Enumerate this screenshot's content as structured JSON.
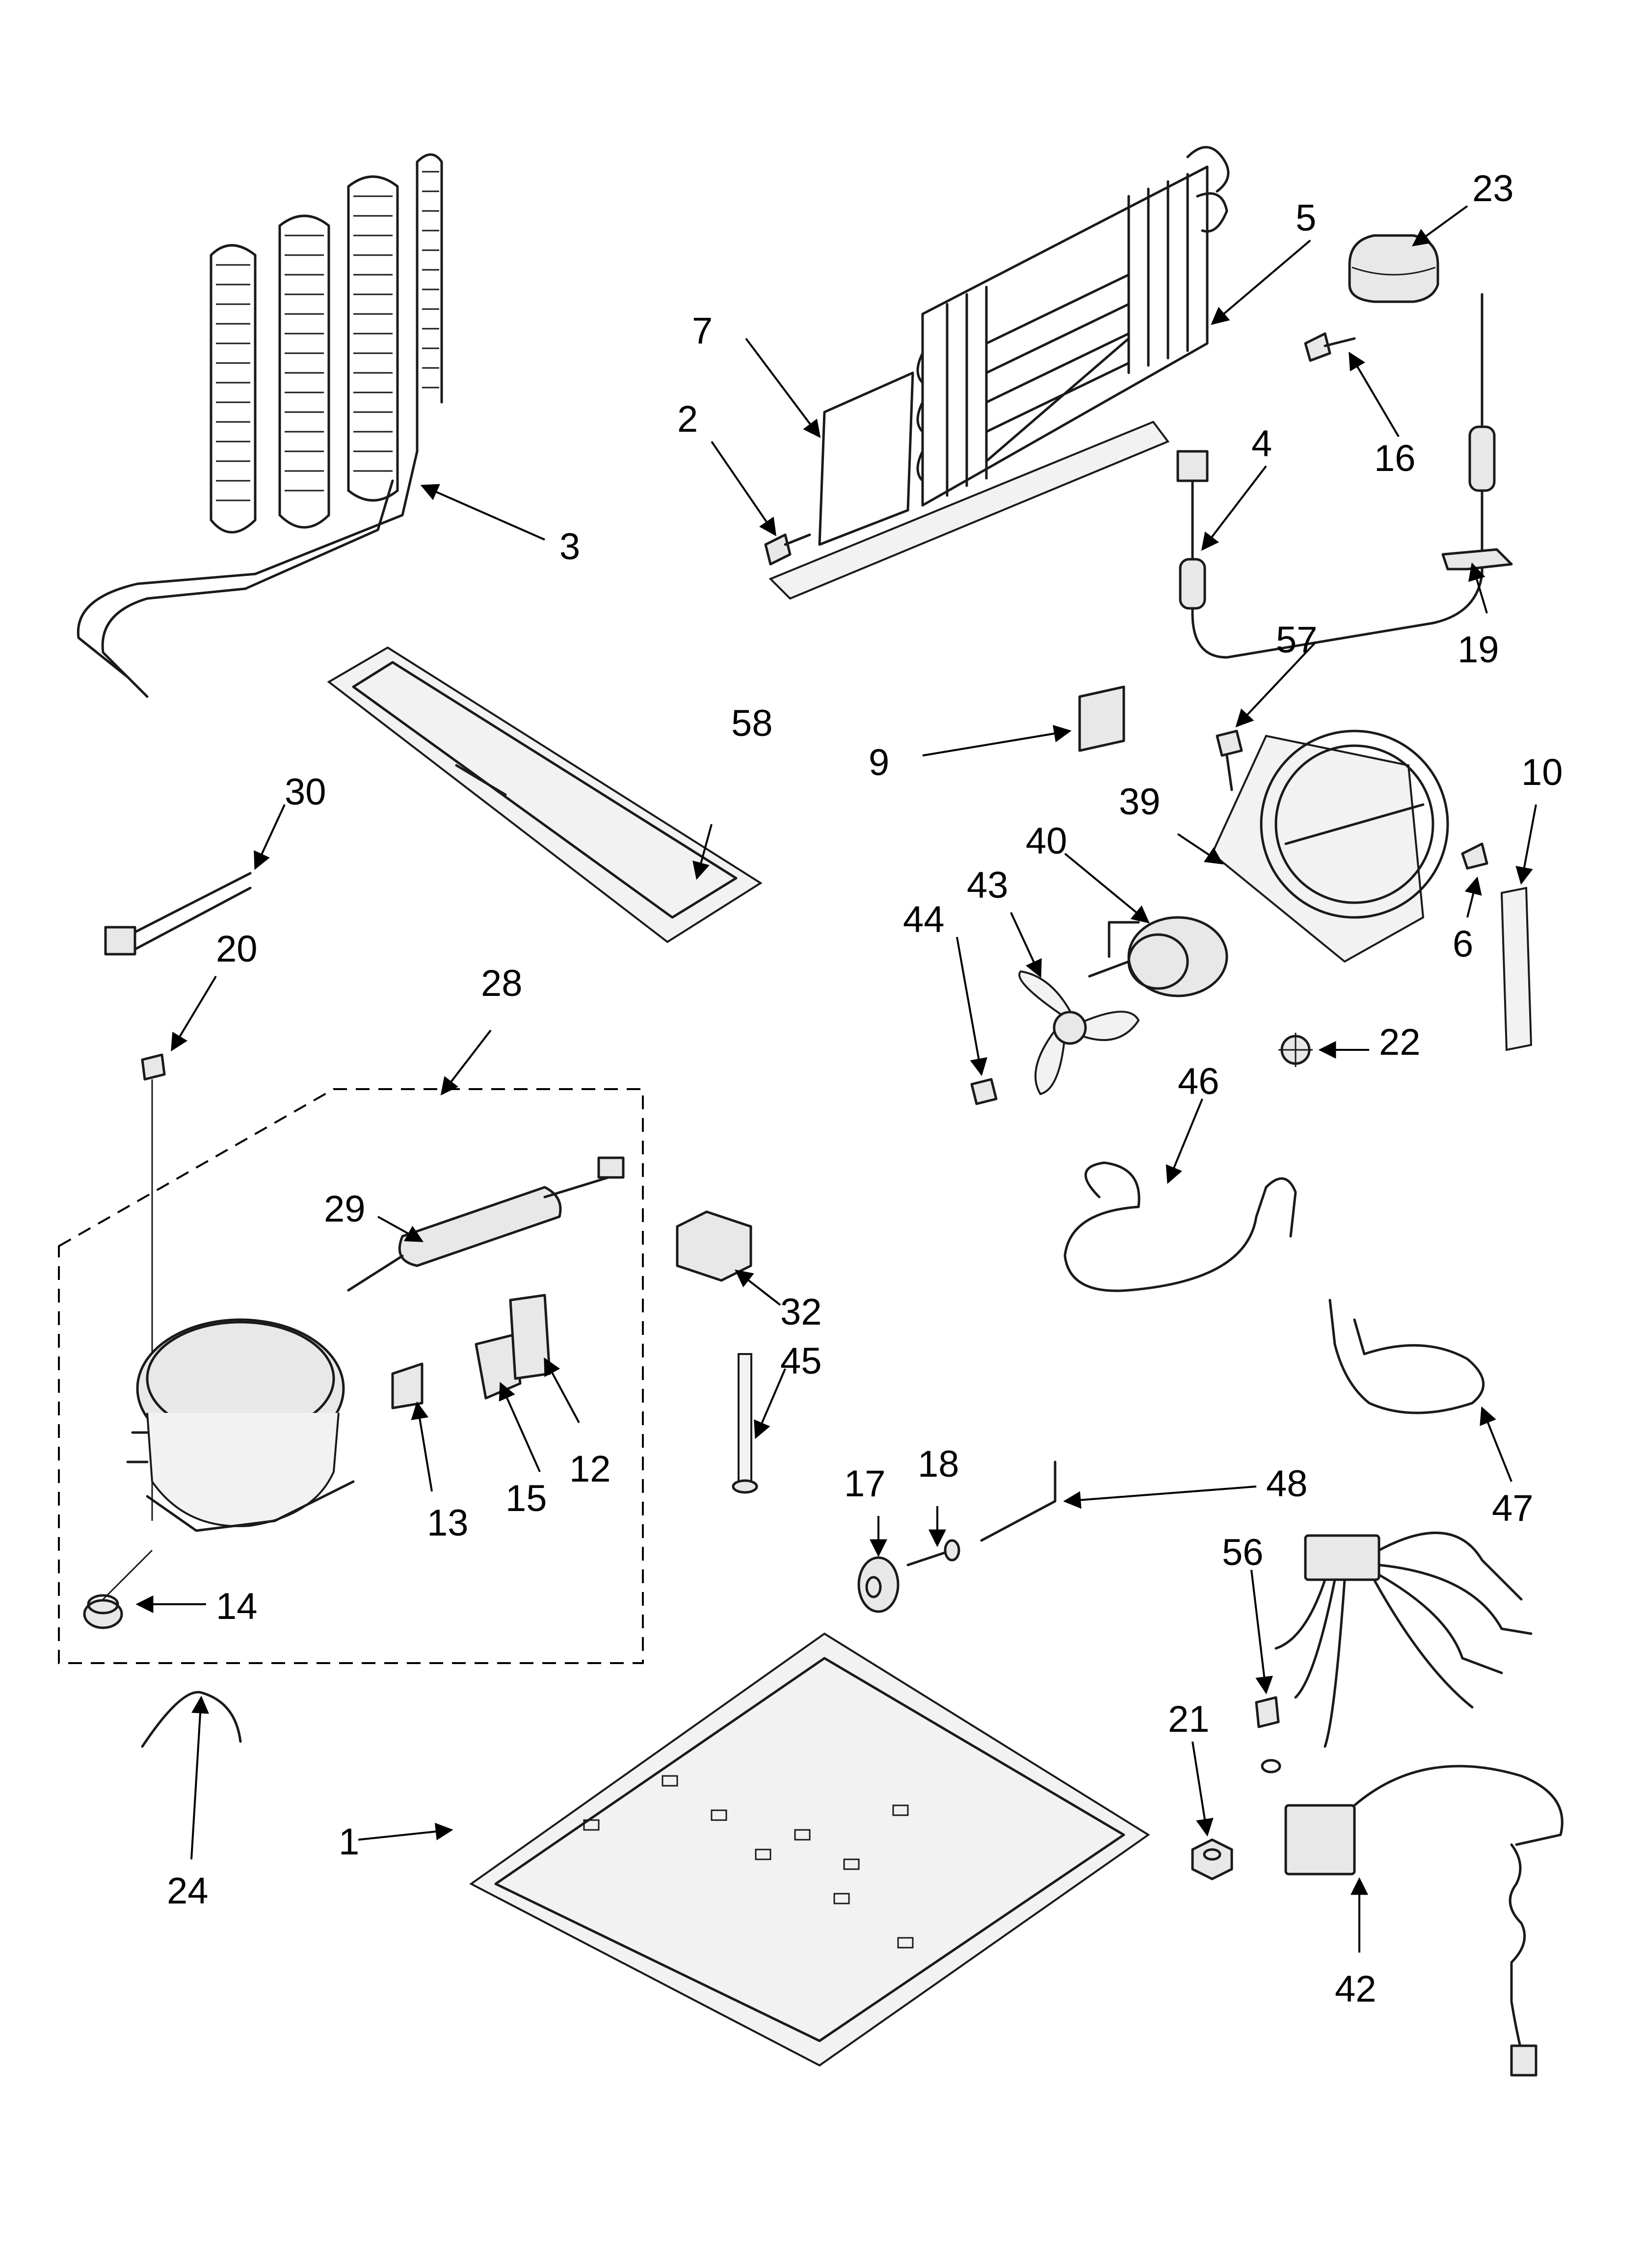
{
  "callouts": {
    "c1": "1",
    "c2": "2",
    "c3": "3",
    "c4": "4",
    "c5": "5",
    "c6": "6",
    "c7": "7",
    "c9": "9",
    "c10": "10",
    "c12": "12",
    "c13": "13",
    "c14": "14",
    "c15": "15",
    "c16": "16",
    "c17": "17",
    "c18": "18",
    "c19": "19",
    "c20": "20",
    "c21": "21",
    "c22": "22",
    "c23": "23",
    "c24": "24",
    "c28": "28",
    "c29": "29",
    "c30": "30",
    "c32": "32",
    "c39": "39",
    "c40": "40",
    "c42": "42",
    "c43": "43",
    "c44": "44",
    "c45": "45",
    "c46": "46",
    "c47": "47",
    "c48": "48",
    "c56": "56",
    "c57": "57",
    "c58": "58"
  }
}
